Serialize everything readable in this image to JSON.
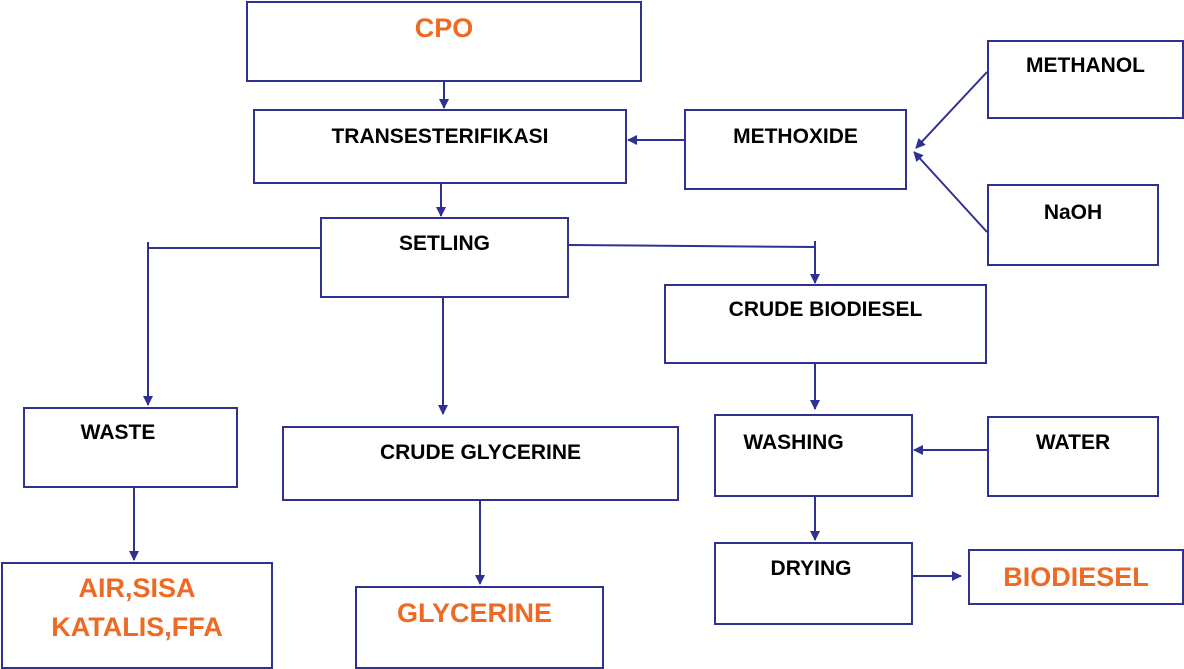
{
  "colors": {
    "line": "#2e3192",
    "product": "#ee6a24",
    "text": "#000000"
  },
  "nodes": {
    "cpo": "CPO",
    "transesterifikasi": "TRANSESTERIFIKASI",
    "methoxide": "METHOXIDE",
    "methanol": "METHANOL",
    "naoh": "NaOH",
    "setling": "SETLING",
    "crude_biodiesel": "CRUDE BIODIESEL",
    "waste": "WASTE",
    "crude_glycerine": "CRUDE GLYCERINE",
    "washing": "WASHING",
    "water": "WATER",
    "drying": "DRYING",
    "biodiesel": "BIODIESEL",
    "residue_line1": "AIR,SISA",
    "residue_line2": "KATALIS,FFA",
    "glycerine": "GLYCERINE"
  },
  "edges": [
    {
      "from": "cpo",
      "to": "transesterifikasi"
    },
    {
      "from": "methanol",
      "to": "methoxide"
    },
    {
      "from": "naoh",
      "to": "methoxide"
    },
    {
      "from": "methoxide",
      "to": "transesterifikasi"
    },
    {
      "from": "transesterifikasi",
      "to": "setling"
    },
    {
      "from": "setling",
      "to": "waste"
    },
    {
      "from": "setling",
      "to": "crude_glycerine"
    },
    {
      "from": "setling",
      "to": "crude_biodiesel"
    },
    {
      "from": "crude_biodiesel",
      "to": "washing"
    },
    {
      "from": "water",
      "to": "washing"
    },
    {
      "from": "washing",
      "to": "drying"
    },
    {
      "from": "drying",
      "to": "biodiesel"
    },
    {
      "from": "waste",
      "to": "residue"
    },
    {
      "from": "crude_glycerine",
      "to": "glycerine"
    }
  ]
}
